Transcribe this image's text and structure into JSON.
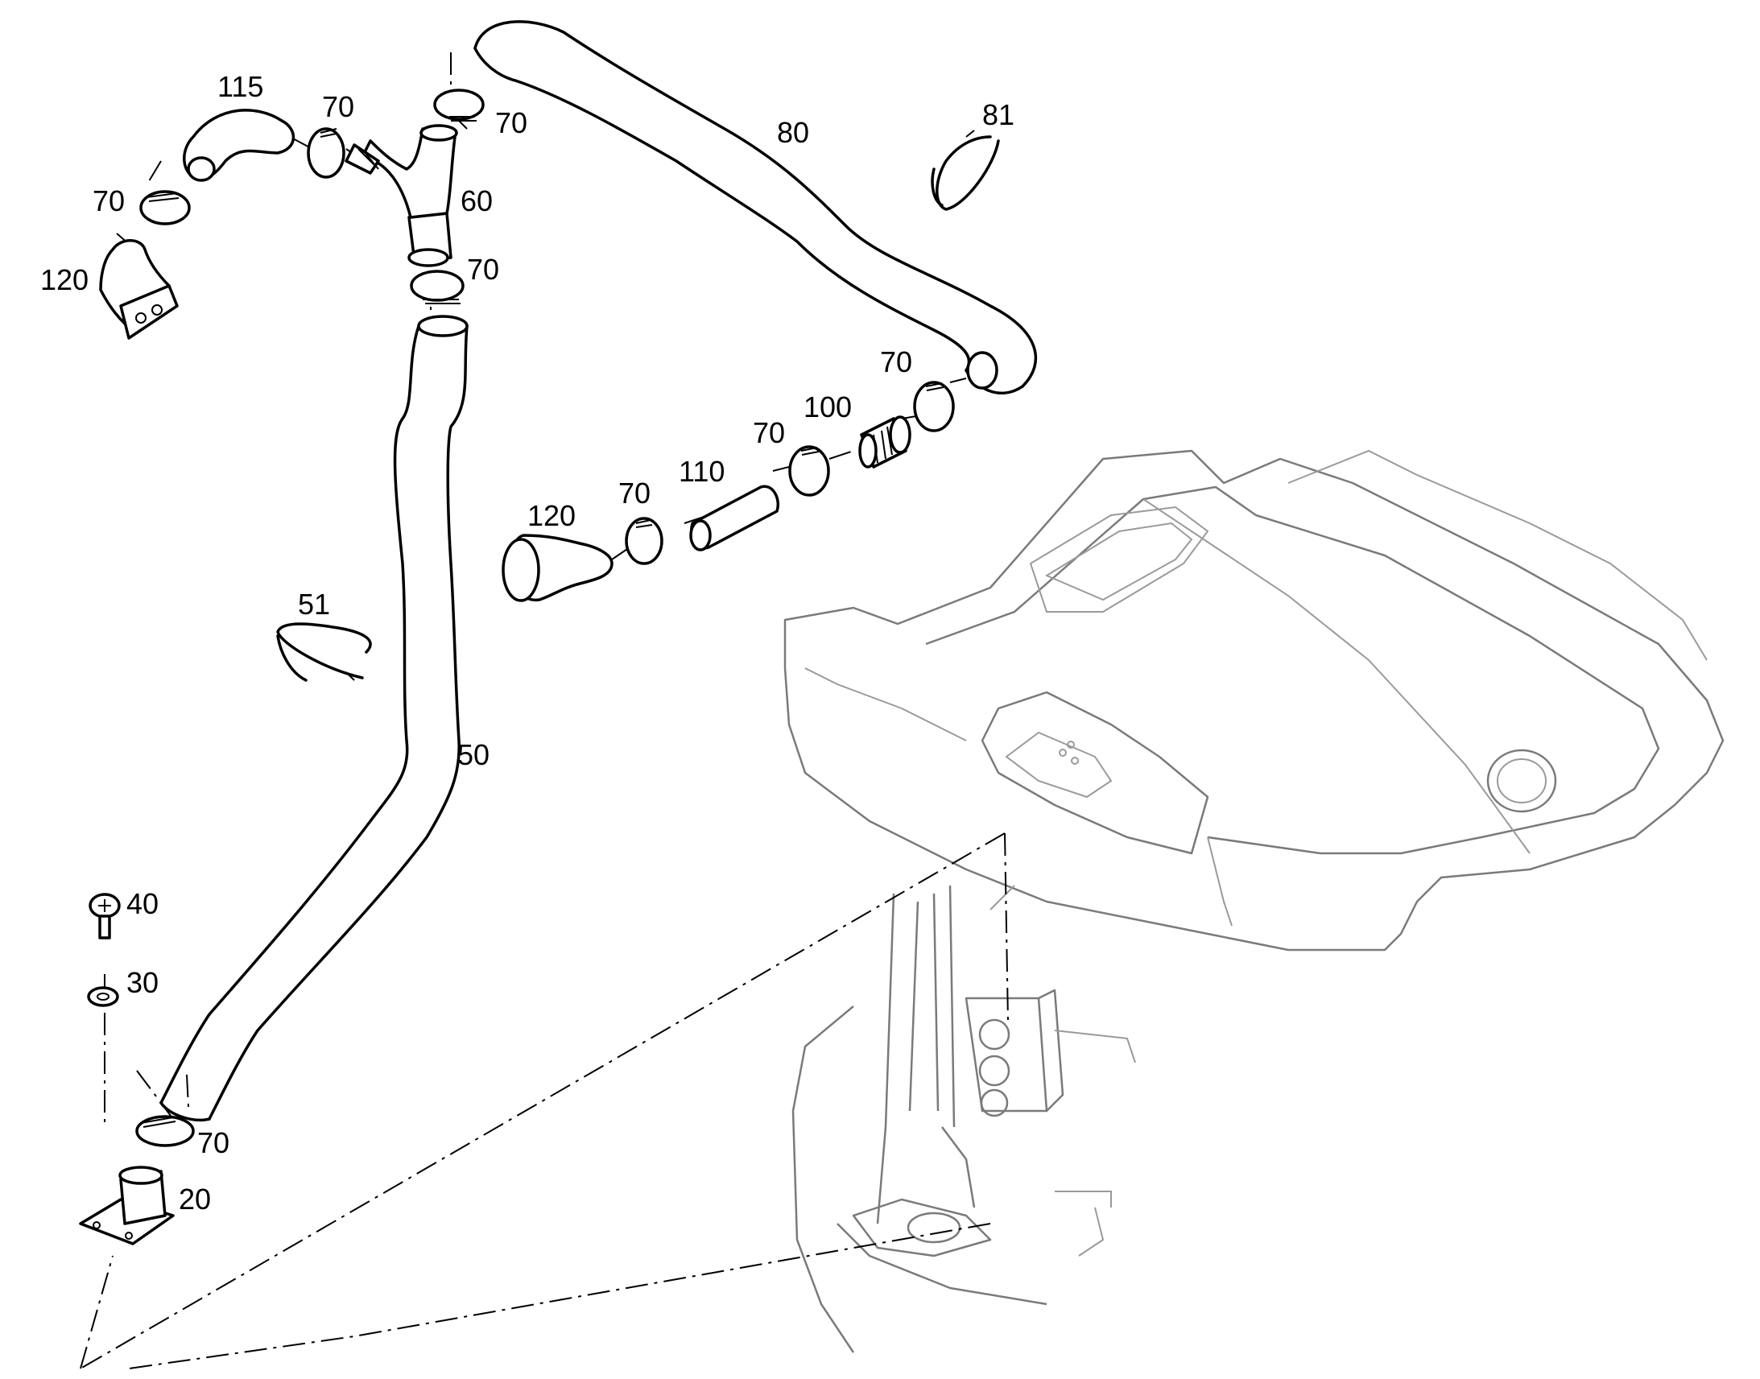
{
  "diagram": {
    "labels": {
      "l20": "20",
      "l30": "30",
      "l40": "40",
      "l50": "50",
      "l51": "51",
      "l60": "60",
      "l70a": "70",
      "l70b": "70",
      "l70c": "70",
      "l70d": "70",
      "l70e": "70",
      "l70f": "70",
      "l70g": "70",
      "l70h": "70",
      "l80": "80",
      "l81": "81",
      "l100": "100",
      "l110": "110",
      "l115": "115",
      "l120a": "120",
      "l120b": "120"
    }
  }
}
